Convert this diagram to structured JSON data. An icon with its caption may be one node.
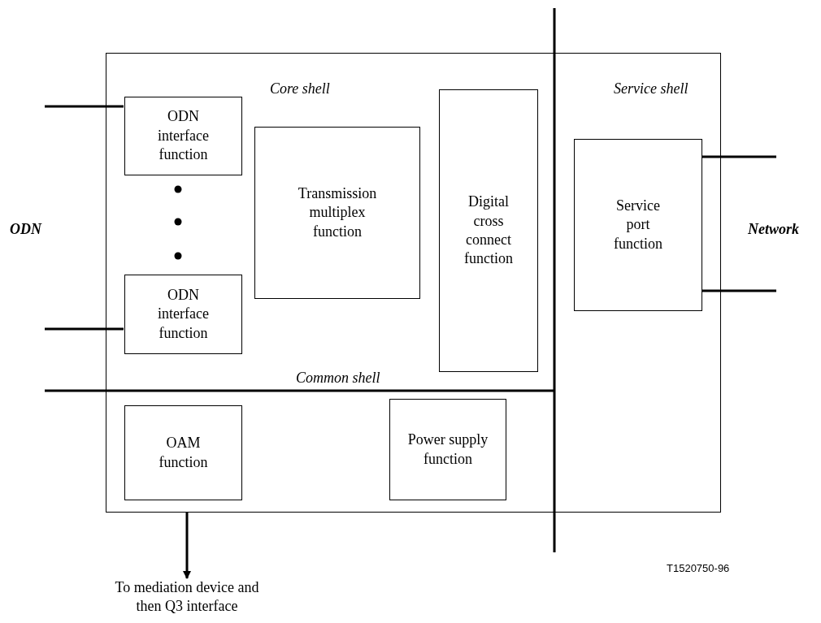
{
  "diagram": {
    "nodes": [
      {
        "text": [],
        "shape": "box"
      },
      {
        "text": [
          "ODN interface function"
        ],
        "in": 0
      },
      {
        "text": [
          "ODN interface function"
        ],
        "in": 0
      },
      {
        "text": [
          "Transmission multiplex function"
        ],
        "in": 0
      },
      {
        "text": [
          "Digital cross connect function"
        ],
        "in": 0
      },
      {
        "text": [
          "Service port function"
        ],
        "in": 0
      },
      {
        "text": [
          "OAM function"
        ],
        "in": 0
      },
      {
        "text": [
          "Power supply function"
        ],
        "in": 0
      },
      {
        "text": [
          "To mediation device and then Q3 interface"
        ]
      }
    ],
    "edges": [
      {
        "from": null,
        "to": 1,
        "arrow": "none"
      },
      {
        "from": null,
        "to": 2,
        "arrow": "none"
      },
      {
        "from": 5,
        "to": null,
        "arrow": "none"
      },
      {
        "from": 5,
        "to": null,
        "arrow": "none"
      },
      {
        "from": 0,
        "to": 8,
        "arrow": "to"
      }
    ],
    "labels": [
      "Core shell",
      "Service shell",
      "ODN",
      "Network",
      "Common shell",
      "T1520750-96"
    ]
  }
}
